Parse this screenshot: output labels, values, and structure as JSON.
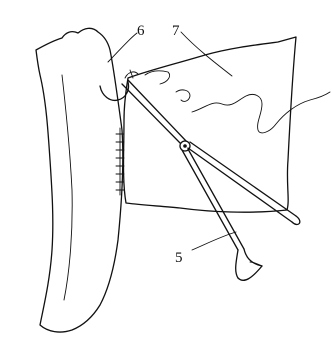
{
  "labels": {
    "five": "5",
    "six": "6",
    "seven": "7"
  },
  "colors": {
    "ink": "#111111",
    "background": "#ffffff"
  }
}
